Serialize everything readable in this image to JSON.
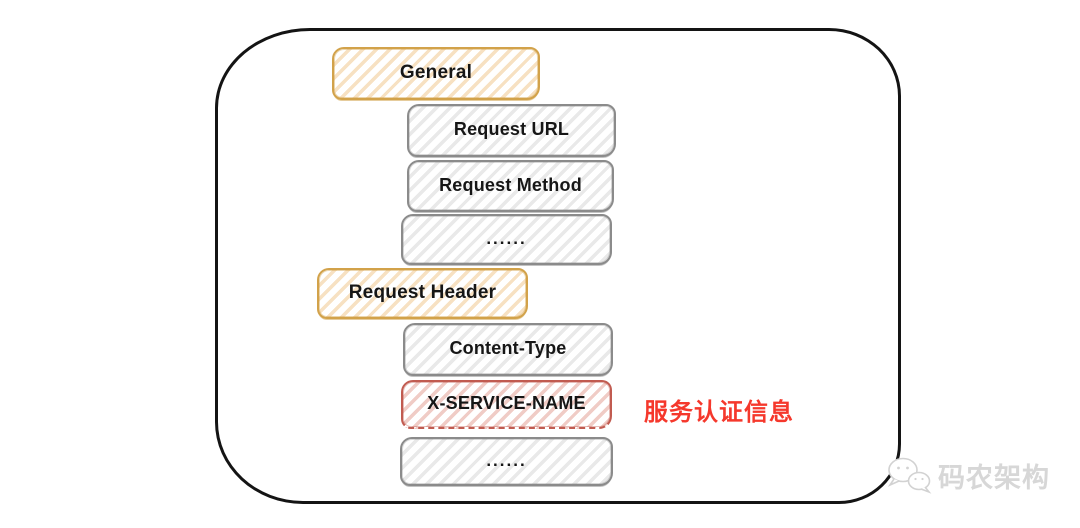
{
  "diagram": {
    "boxes": [
      {
        "id": "general",
        "label": "General",
        "style": "orange"
      },
      {
        "id": "request-url",
        "label": "Request URL",
        "style": "gray"
      },
      {
        "id": "request-method",
        "label": "Request Method",
        "style": "gray"
      },
      {
        "id": "ellipsis-1",
        "label": "......",
        "style": "gray"
      },
      {
        "id": "request-header",
        "label": "Request Header",
        "style": "orange"
      },
      {
        "id": "content-type",
        "label": "Content-Type",
        "style": "gray"
      },
      {
        "id": "x-service-name",
        "label": "X-SERVICE-NAME",
        "style": "red"
      },
      {
        "id": "ellipsis-2",
        "label": "......",
        "style": "gray"
      }
    ],
    "annotation": {
      "text": "服务认证信息",
      "color": "#f5382c"
    },
    "colors": {
      "container_border": "#141414",
      "orange_border": "#d2a24a",
      "orange_hatch": "#f7e1c2",
      "gray_border": "#8b8b8b",
      "gray_hatch": "#e9e9e9",
      "red_border": "#c15b50",
      "red_hatch": "#f0ccc6",
      "box_text": "#161616"
    }
  },
  "watermark": {
    "text": "码农架构",
    "icon": "wechat-icon",
    "color": "#d7d7d7"
  }
}
